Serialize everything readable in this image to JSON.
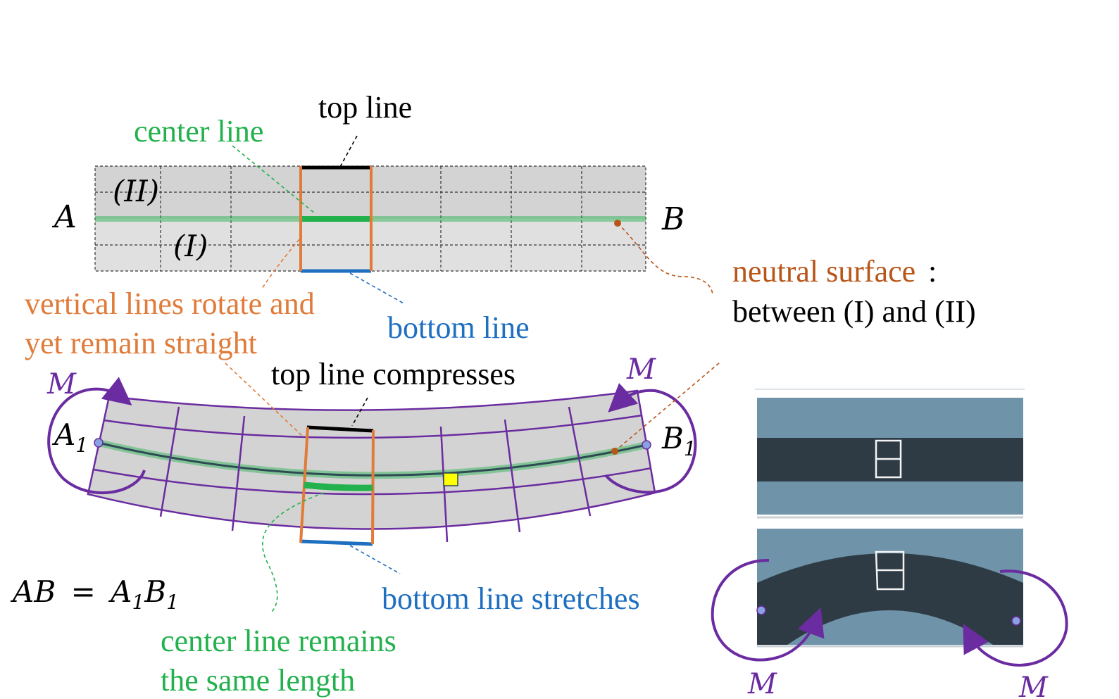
{
  "labels": {
    "top_line": "top line",
    "center_line": "center line",
    "bottom_line": "bottom line",
    "vertical_lines_1": "vertical lines rotate and",
    "vertical_lines_2": "yet remain straight",
    "neutral_surface": "neutral surface",
    "neutral_colon": ":",
    "between": "between (I) and (II)",
    "top_line_compresses": "top line compresses",
    "bottom_line_stretches": "bottom line stretches",
    "center_remains_1": "center line remains",
    "center_remains_2": "the same length",
    "region_II": "(II)",
    "region_I": "(I)",
    "point_A": "A",
    "point_B": "B",
    "point_A1": "A",
    "point_B1": "B",
    "sub_1": "1",
    "moment": "M",
    "equation_lhs": "AB",
    "equation_eq": "=",
    "equation_A1": "A",
    "equation_B1": "B",
    "equation_sub": "1"
  },
  "colors": {
    "black": "#000000",
    "green": "#22b14c",
    "orange": "#e07b39",
    "blue": "#1f6fc1",
    "purple": "#6a2ca0",
    "brown": "#b8561a",
    "beam_top_fill": "#d3d3d3",
    "beam_bottom_fill": "#e0e0e0",
    "photo_bg": "#6f93a8",
    "photo_bar": "#2e3b45"
  }
}
